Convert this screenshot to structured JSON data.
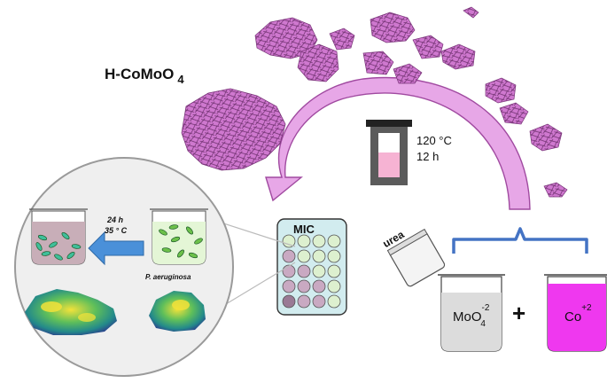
{
  "title": {
    "main": "H-CoMoO",
    "sub": "4"
  },
  "synthesis": {
    "temperature": "120 °C",
    "time": "12 h"
  },
  "assay": {
    "label": "MIC",
    "incubation_time": "24 h",
    "incubation_temp": "35 ° C",
    "organism": "P. aeruginosa"
  },
  "reagents": {
    "urea": "urea",
    "molybdate": {
      "base": "MoO",
      "charge": "-2",
      "subscript": "4"
    },
    "plus": "+",
    "cobalt": {
      "base": "Co",
      "charge": "+2"
    }
  },
  "colors": {
    "flakes": "#cf78cf",
    "arrow": "#e7a7e7",
    "bracket": "#4473c4",
    "small_arrow": "#4a90d9",
    "cobalt_solution": "#ef38ef",
    "autoclave_liquid": "#f6b3d3",
    "zoom_circle": "#efefef"
  }
}
